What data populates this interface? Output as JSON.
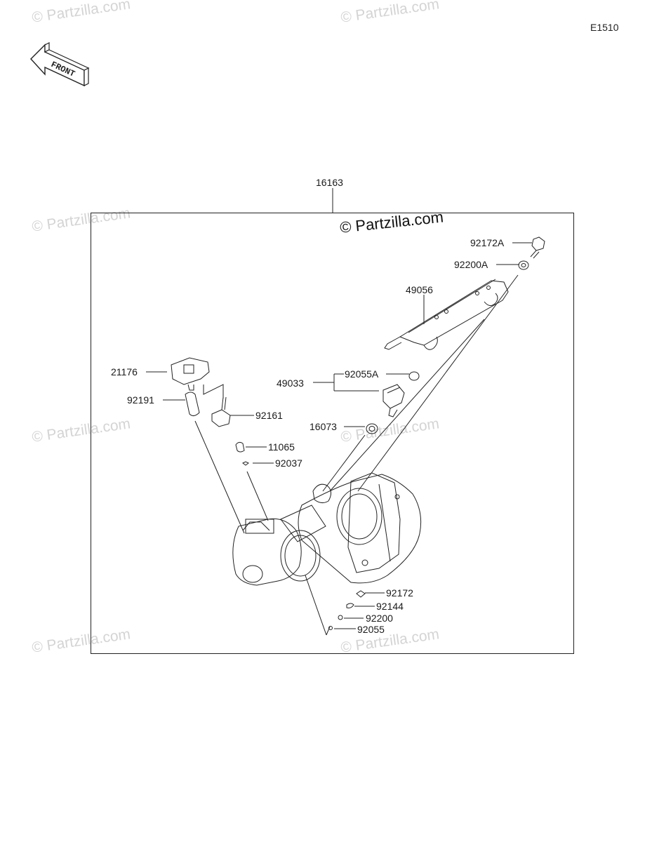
{
  "figure_id": "E1510",
  "front_label": "FRONT",
  "watermark": "© Partzilla.com",
  "watermark_main": "© Partzilla.com",
  "assembly": {
    "number": "16163"
  },
  "parts": [
    {
      "id": "p92172A",
      "label": "92172A"
    },
    {
      "id": "p92200A",
      "label": "92200A"
    },
    {
      "id": "p49056",
      "label": "49056"
    },
    {
      "id": "p92055A",
      "label": "92055A"
    },
    {
      "id": "p49033",
      "label": "49033"
    },
    {
      "id": "p16073",
      "label": "16073"
    },
    {
      "id": "p21176",
      "label": "21176"
    },
    {
      "id": "p92191",
      "label": "92191"
    },
    {
      "id": "p92161",
      "label": "92161"
    },
    {
      "id": "p11065",
      "label": "11065"
    },
    {
      "id": "p92037",
      "label": "92037"
    },
    {
      "id": "p92172",
      "label": "92172"
    },
    {
      "id": "p92144",
      "label": "92144"
    },
    {
      "id": "p92200",
      "label": "92200"
    },
    {
      "id": "p92055",
      "label": "92055"
    }
  ]
}
